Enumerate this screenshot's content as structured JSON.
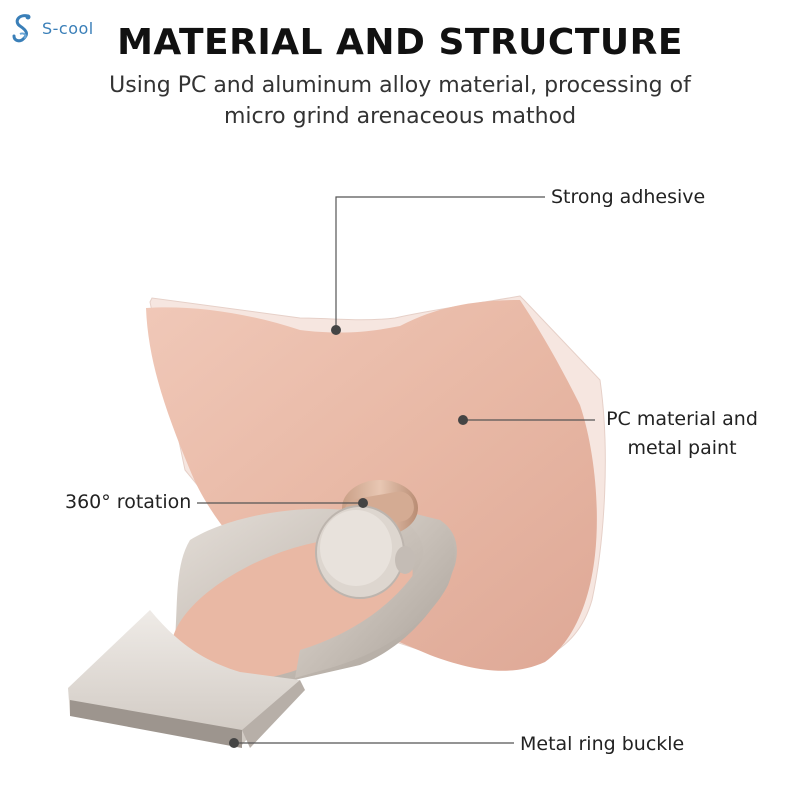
{
  "brand": {
    "logo_text": "S-cool",
    "logo_icon": "s-cool-logo-icon"
  },
  "heading": {
    "title": "MATERIAL AND STRUCTURE",
    "subtitle_line1": "Using PC and aluminum alloy material, processing of",
    "subtitle_line2": "micro grind arenaceous mathod"
  },
  "callouts": {
    "strong_adhesive": "Strong adhesive",
    "pc_material_line1": "PC material and",
    "pc_material_line2": "metal paint",
    "rotation": "360° rotation",
    "ring_buckle": "Metal ring buckle"
  },
  "colors": {
    "plate": "#e8b9a6",
    "ring": "#cfc9c3",
    "leader_line": "#555555"
  }
}
